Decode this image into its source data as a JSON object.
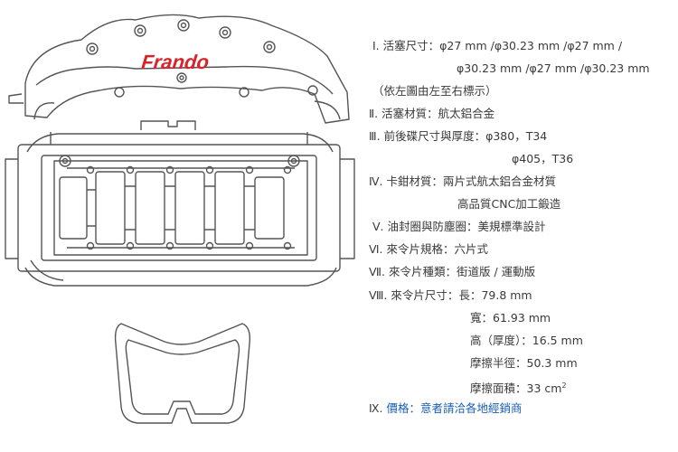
{
  "brand": "Frando",
  "colors": {
    "brand_red": "#d8232a",
    "line": "#555555",
    "price_blue": "#1a5fb4"
  },
  "specs": {
    "piston_size": {
      "num": "Ⅰ.",
      "label": "活塞尺寸：",
      "value_line1": "φ27 mm /φ30.23 mm /φ27 mm /",
      "value_line2": "φ30.23 mm /φ27 mm /φ30.23 mm",
      "note": "（依左圖由左至右標示）"
    },
    "piston_material": {
      "num": "Ⅱ.",
      "label": "活塞材質：",
      "value": "航太鋁合金"
    },
    "disc_size": {
      "num": "Ⅲ.",
      "label": "前後碟尺寸與厚度：",
      "value_line1": "φ380，T34",
      "value_line2": "φ405，T36"
    },
    "caliper_material": {
      "num": "Ⅳ.",
      "label": "卡鉗材質：",
      "value_line1": "兩片式航太鋁合金材質",
      "value_line2": "高品質CNC加工鍛造"
    },
    "seal": {
      "num": "Ⅴ.",
      "label": "油封圈與防塵圈：",
      "value": "美規標準設計"
    },
    "pad_spec": {
      "num": "Ⅵ.",
      "label": "來令片規格：",
      "value": "六片式"
    },
    "pad_type": {
      "num": "Ⅶ.",
      "label": "來令片種類：",
      "value": "街道版 / 運動版"
    },
    "pad_size": {
      "num": "Ⅷ.",
      "label": "來令片尺寸：",
      "length": "長：79.8 mm",
      "width": "寬：61.93 mm",
      "thickness": "高（厚度）：16.5 mm",
      "friction_radius": "摩擦半徑：50.3 mm",
      "friction_area": "摩擦面積：33 cm",
      "area_unit_sup": "2"
    },
    "price": {
      "num": "Ⅸ.",
      "text": "價格：意者請洽各地經銷商"
    }
  }
}
